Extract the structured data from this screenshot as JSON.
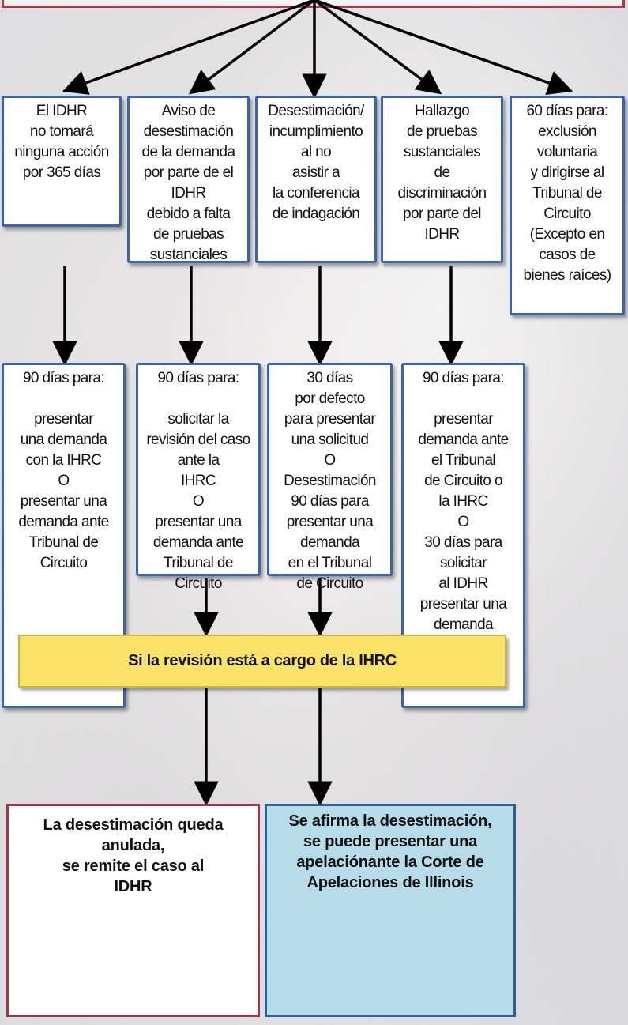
{
  "top_row": [
    {
      "id": "no-action",
      "text": "El IDHR\nno tomará\nninguna acción\npor 365 días"
    },
    {
      "id": "dismissal-notice",
      "text": "Aviso de\ndesestimación\nde la demanda\npor parte de el\nIDHR\ndebido a falta\nde pruebas\nsustanciales"
    },
    {
      "id": "dismissal-noncompliance",
      "text": "Desestimación/\nincumplimiento\nal no\nasistir a\nla conferencia\nde indagación"
    },
    {
      "id": "substantial-evidence",
      "text": "Hallazgo\nde pruebas\nsustanciales\nde\ndiscriminación\npor parte del\nIDHR"
    },
    {
      "id": "opt-out",
      "text": "60 días para:\nexclusión\nvoluntaria\ny dirigirse al\nTribunal de\nCircuito\n(Excepto en\ncasos de\nbienes raíces)"
    }
  ],
  "second_row": [
    {
      "id": "deadline-no-action",
      "text": "90 días para:\n\npresentar\nuna demanda\ncon la IHRC\nO\npresentar una\ndemanda ante\nTribunal de\nCircuito"
    },
    {
      "id": "deadline-dismissal",
      "text": "90 días para:\n\nsolicitar la\nrevisión del caso\nante la\nIHRC\nO\npresentar una\ndemanda ante\nTribunal de\nCircuito"
    },
    {
      "id": "deadline-default",
      "text": "30 días\npor defecto\npara presentar\nuna solicitud\nO\nDesestimación\n90 días para\npresentar una\ndemanda\nen el Tribunal\nde Circuito"
    },
    {
      "id": "deadline-substantial",
      "text": "90 días para:\n\npresentar\ndemanda ante\nel Tribunal\nde Circuito o\nla IHRC\nO\n30 días para\nsolicitar\nal IDHR\npresentar una\ndemanda\ncon la IHRC"
    }
  ],
  "review": {
    "text": "Si la revisión está a cargo de la IHRC"
  },
  "outcomes": {
    "vacated": "La desestimación queda\nanulada,\nse remite el caso al\nIDHR",
    "sustained": "Se afirma la desestimación,\nse puede presentar una\napelaciónante la Corte de\nApelaciones de Illinois"
  },
  "colors": {
    "box_border": "#3a63b0",
    "yellow": "#fbe269",
    "red_border": "#a3344a",
    "blue_fill": "#b6dbe9"
  }
}
